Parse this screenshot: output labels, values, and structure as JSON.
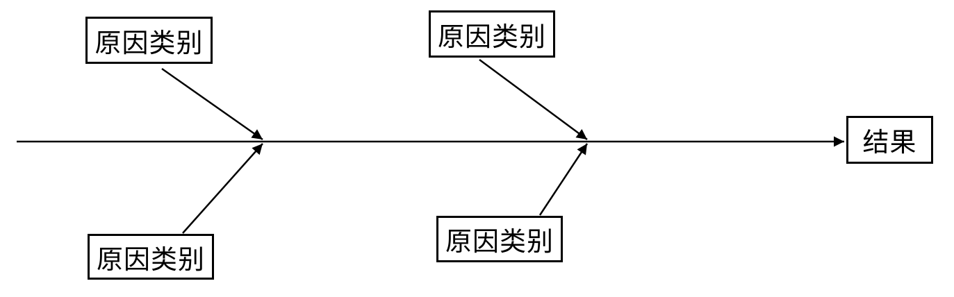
{
  "diagram": {
    "type": "fishbone-cause-effect-diagram",
    "background_color": "#ffffff",
    "line_color": "#000000",
    "text_color": "#000000",
    "cause_boxes": [
      {
        "position": "top-left",
        "label": "原因类别"
      },
      {
        "position": "top-middle",
        "label": "原因类别"
      },
      {
        "position": "bottom-left",
        "label": "原因类别"
      },
      {
        "position": "bottom-middle",
        "label": "原因类别"
      }
    ],
    "result_box": {
      "label": "结果"
    },
    "arrows": [
      {
        "name": "spine-arrow",
        "from": "left-edge",
        "to": "result-box"
      },
      {
        "name": "branch-arrow-top-left",
        "from": "cause-box-top-left",
        "to": "spine-left-junction"
      },
      {
        "name": "branch-arrow-bottom-left",
        "from": "cause-box-bottom-left",
        "to": "spine-left-junction"
      },
      {
        "name": "branch-arrow-top-middle",
        "from": "cause-box-top-middle",
        "to": "spine-right-junction"
      },
      {
        "name": "branch-arrow-bottom-middle",
        "from": "cause-box-bottom-middle",
        "to": "spine-right-junction"
      }
    ]
  }
}
